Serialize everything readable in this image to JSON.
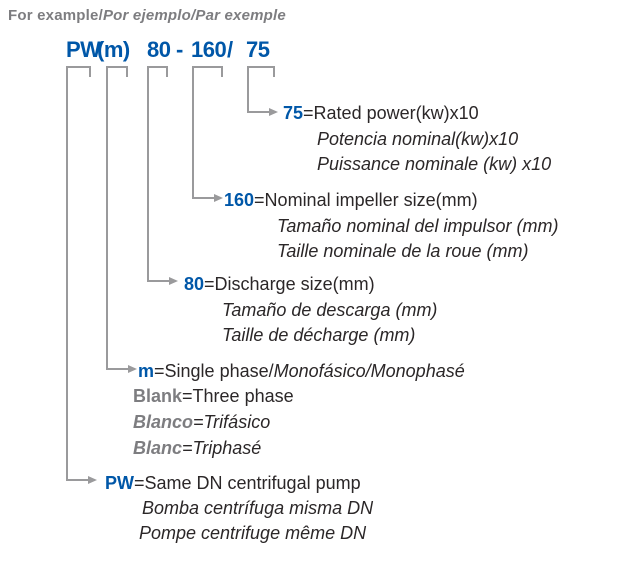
{
  "colors": {
    "accent_blue": "#0057a8",
    "gray_text": "#7d7d80",
    "dark_text": "#2b2728",
    "line_gray": "#9a9a9c"
  },
  "header": {
    "plain": "For example/",
    "italic": "Por ejemplo/Par exemple"
  },
  "model": {
    "pw": "PW",
    "m": "(m)",
    "d80": "80",
    "dash": "-",
    "d160": "160",
    "slash": "/",
    "d75": "75"
  },
  "rows": {
    "r75": {
      "key": "75",
      "value": "=Rated power(kw)x10",
      "subs": [
        "Potencia nominal(kw)x10",
        "Puissance nominale (kw) x10"
      ]
    },
    "r160": {
      "key": "160",
      "value": "=Nominal impeller size(mm)",
      "subs": [
        "Tamaño nominal del impulsor (mm)",
        "Taille nominale de la roue (mm)"
      ]
    },
    "r80": {
      "key": "80",
      "value": "=Discharge size(mm)",
      "subs": [
        "Tamaño de descarga (mm)",
        "Taille de décharge (mm)"
      ]
    },
    "rm": {
      "key": "m",
      "value_plain": "=Single phase/",
      "value_italic": "Monofásico/Monophasé",
      "blank": {
        "key": "Blank",
        "value": "=Three phase"
      },
      "blanco": {
        "key": "Blanco",
        "value": "=Trifásico"
      },
      "blanc": {
        "key": "Blanc",
        "value": "=Triphasé"
      }
    },
    "rpw": {
      "key": "PW",
      "value": "=Same DN centrifugal pump",
      "subs": [
        "Bomba centrífuga misma DN",
        "Pompe centrifuge même DN"
      ]
    }
  }
}
